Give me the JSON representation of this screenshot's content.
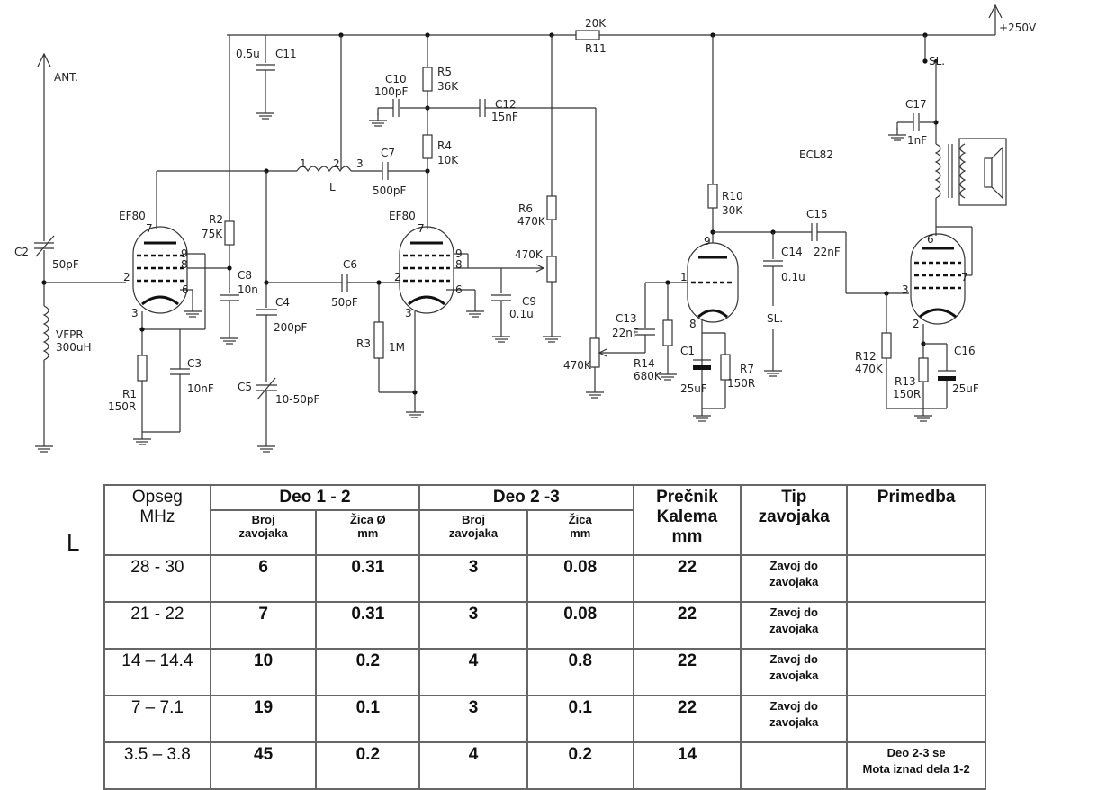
{
  "schematic": {
    "labels": {
      "ant": "ANT.",
      "v250": "+250V",
      "r11_val": "20K",
      "r11": "R11",
      "c11_val": "0.5u",
      "c11": "C11",
      "c10": "C10",
      "c10_val": "100pF",
      "r5": "R5",
      "r5_val": "36K",
      "c12": "C12",
      "c12_val": "15nF",
      "r4": "R4",
      "r4_val": "10K",
      "coil_p1": "1",
      "coil_p2": "2",
      "coil_p3": "3",
      "coil_l": "L",
      "c7": "C7",
      "c7_val": "500pF",
      "sl1": "SL.",
      "c17": "C17",
      "c17_val": "1nF",
      "ecl82": "ECL82",
      "ef80_1": "EF80",
      "ef80_2": "EF80",
      "r2": "R2",
      "r2_val": "75K",
      "c2": "C2",
      "c2_val": "50pF",
      "c8": "C8",
      "c8_val": "10n",
      "c4": "C4",
      "c4_val": "200pF",
      "c6": "C6",
      "c6_val": "50pF",
      "r6": "R6",
      "r6_val": "470K",
      "pot1_val": "470K",
      "c9": "C9",
      "c9_val": "0.1u",
      "r10": "R10",
      "r10_val": "30K",
      "c15": "C15",
      "c15_val": "22nF",
      "c14": "C14",
      "c14_val": "0.1u",
      "sl2": "SL.",
      "c13": "C13",
      "c13_val": "22nF",
      "r14": "R14",
      "r14_val": "680K",
      "pot2_val": "470K",
      "c1": "C1",
      "c1_val": "25uF",
      "r7": "R7",
      "r7_val": "150R",
      "r12": "R12",
      "r12_val": "470K",
      "r13": "R13",
      "r13_val": "150R",
      "c16": "C16",
      "c16_val": "25uF",
      "vfpr": "VFPR",
      "vfpr_val": "300uH",
      "r1": "R1",
      "r1_val": "150R",
      "c3": "C3",
      "c3_val": "10nF",
      "r3": "R3",
      "r3_val": "1M",
      "c5": "C5",
      "c5_val": "10-50pF",
      "pin_7a": "7",
      "pin_9a": "9",
      "pin_8a": "8",
      "pin_2a": "2",
      "pin_6a": "6",
      "pin_3a": "3",
      "pin_7b": "7",
      "pin_9b": "9",
      "pin_8b": "8",
      "pin_2b": "2",
      "pin_6b": "6",
      "pin_3b": "3",
      "pin_9c": "9",
      "pin_1c": "1",
      "pin_8c": "8",
      "pin_6d": "6",
      "pin_3d": "3",
      "pin_7d": "7",
      "pin_2d": "2"
    }
  },
  "table": {
    "side_label": "L",
    "headers": {
      "range": [
        "Opseg",
        "MHz"
      ],
      "part12": "Deo 1 - 2",
      "part23": "Deo 2 -3",
      "diameter": [
        "Prečnik",
        "Kalema",
        "mm"
      ],
      "type": [
        "Tip",
        "zavojaka"
      ],
      "note": "Primedba"
    },
    "subheaders": {
      "turns12": [
        "Broj",
        "zavojaka"
      ],
      "wire12": [
        "Žica Ø",
        "mm"
      ],
      "turns23": [
        "Broj",
        "zavojaka"
      ],
      "wire23": [
        "Žica",
        "mm"
      ]
    },
    "rows": [
      {
        "range": "28 - 30",
        "turns12": "6",
        "wire12": "0.31",
        "turns23": "3",
        "wire23": "0.08",
        "diameter": "22",
        "type": [
          "Zavoj do",
          "zavojaka"
        ],
        "note": [
          "",
          ""
        ]
      },
      {
        "range": "21 - 22",
        "turns12": "7",
        "wire12": "0.31",
        "turns23": "3",
        "wire23": "0.08",
        "diameter": "22",
        "type": [
          "Zavoj do",
          "zavojaka"
        ],
        "note": [
          "",
          ""
        ]
      },
      {
        "range": "14 – 14.4",
        "turns12": "10",
        "wire12": "0.2",
        "turns23": "4",
        "wire23": "0.8",
        "diameter": "22",
        "type": [
          "Zavoj do",
          "zavojaka"
        ],
        "note": [
          "",
          ""
        ]
      },
      {
        "range": "7 – 7.1",
        "turns12": "19",
        "wire12": "0.1",
        "turns23": "3",
        "wire23": "0.1",
        "diameter": "22",
        "type": [
          "Zavoj do",
          "zavojaka"
        ],
        "note": [
          "",
          ""
        ]
      },
      {
        "range": "3.5 – 3.8",
        "turns12": "45",
        "wire12": "0.2",
        "turns23": "4",
        "wire23": "0.2",
        "diameter": "14",
        "type": [
          "",
          ""
        ],
        "note": [
          "Deo 2-3 se",
          "Mota iznad dela 1-2"
        ]
      }
    ]
  }
}
